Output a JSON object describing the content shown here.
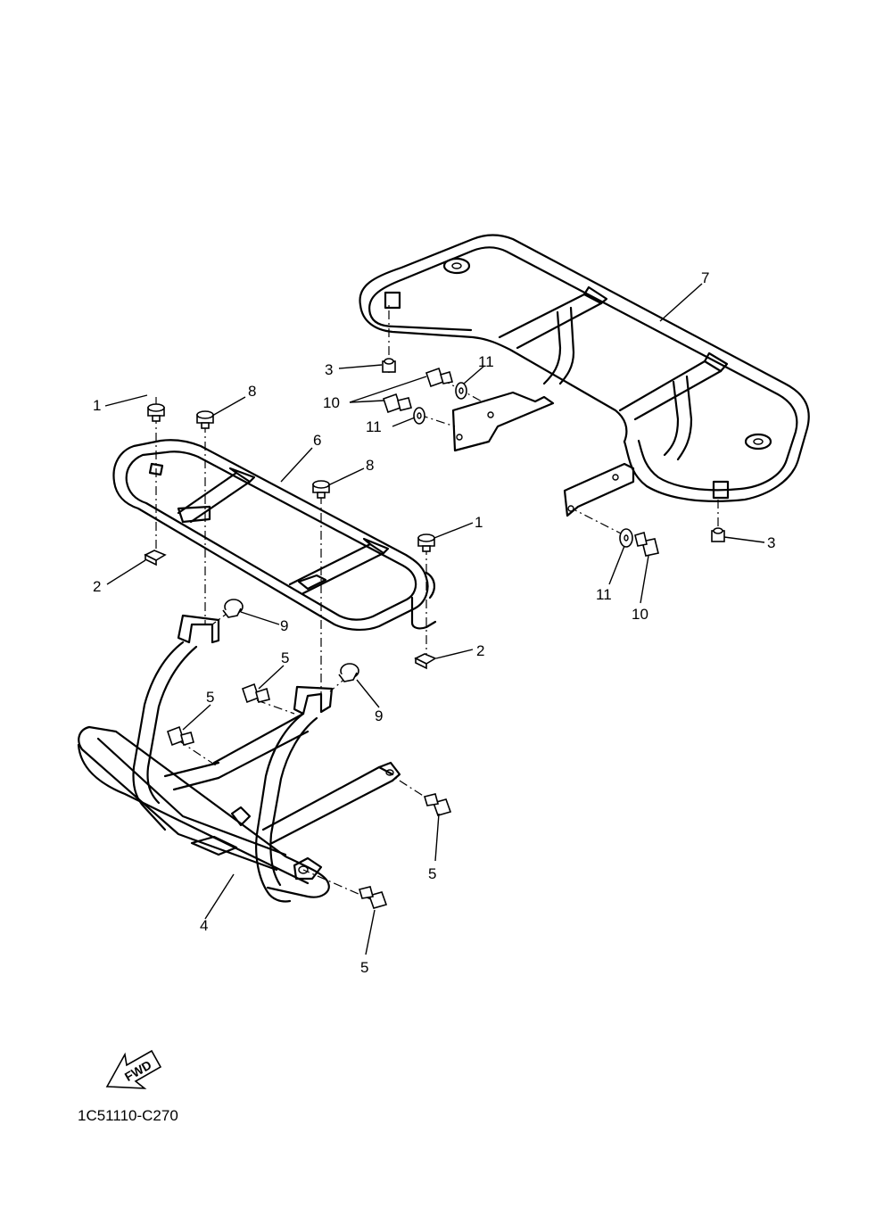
{
  "diagram": {
    "drawing_code": "1C51110-C270",
    "fwd_label": "FWD",
    "callouts": [
      {
        "id": "c1a",
        "label": "1"
      },
      {
        "id": "c1b",
        "label": "1"
      },
      {
        "id": "c2a",
        "label": "2"
      },
      {
        "id": "c2b",
        "label": "2"
      },
      {
        "id": "c3a",
        "label": "3"
      },
      {
        "id": "c3b",
        "label": "3"
      },
      {
        "id": "c4",
        "label": "4"
      },
      {
        "id": "c5a",
        "label": "5"
      },
      {
        "id": "c5b",
        "label": "5"
      },
      {
        "id": "c5c",
        "label": "5"
      },
      {
        "id": "c5d",
        "label": "5"
      },
      {
        "id": "c6",
        "label": "6"
      },
      {
        "id": "c7",
        "label": "7"
      },
      {
        "id": "c8a",
        "label": "8"
      },
      {
        "id": "c8b",
        "label": "8"
      },
      {
        "id": "c9a",
        "label": "9"
      },
      {
        "id": "c9b",
        "label": "9"
      },
      {
        "id": "c10a",
        "label": "10"
      },
      {
        "id": "c10b",
        "label": "10"
      },
      {
        "id": "c11a",
        "label": "11"
      },
      {
        "id": "c11b",
        "label": "11"
      },
      {
        "id": "c11c",
        "label": "11"
      }
    ]
  }
}
